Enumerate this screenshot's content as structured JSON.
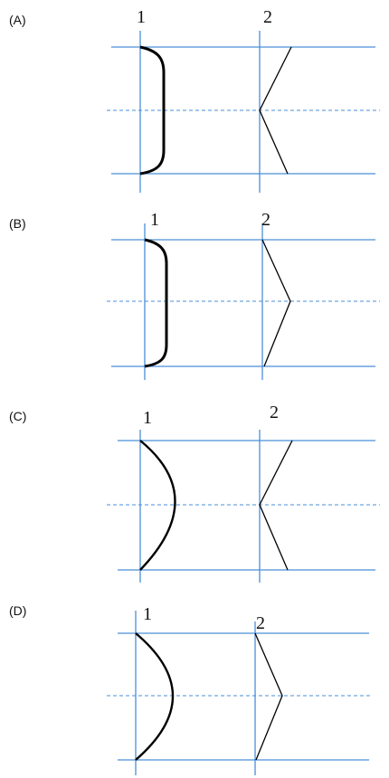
{
  "colors": {
    "guide_line": "#4a8fd8",
    "profile": "#000000"
  },
  "panels": [
    {
      "label": "(A)",
      "marker_1": "1",
      "marker_2": "2",
      "curve1": "flat",
      "curve2": "apex-left"
    },
    {
      "label": "(B)",
      "marker_1": "1",
      "marker_2": "2",
      "curve1": "flat",
      "curve2": "apex-right"
    },
    {
      "label": "(C)",
      "marker_1": "1",
      "marker_2": "2",
      "curve1": "parabola",
      "curve2": "apex-left"
    },
    {
      "label": "(D)",
      "marker_1": "1",
      "marker_2": "2",
      "curve1": "parabola",
      "curve2": "apex-right"
    }
  ]
}
